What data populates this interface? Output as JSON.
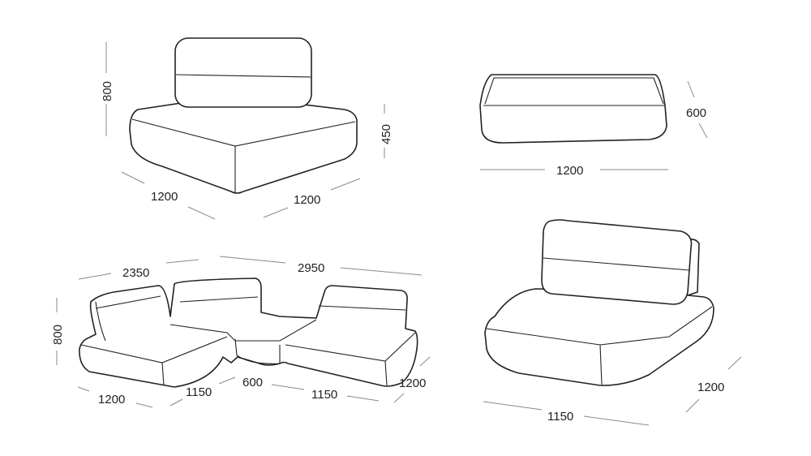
{
  "modules": {
    "corner_chair": {
      "height": "800",
      "seat_height": "450",
      "width_left": "1200",
      "width_right": "1200"
    },
    "ottoman": {
      "height": "600",
      "width": "1200"
    },
    "assembled_sofa": {
      "left_length": "2350",
      "right_length": "2950",
      "height": "800",
      "depth_left": "1200",
      "module_left": "1150",
      "middle": "600",
      "module_right": "1150",
      "depth_right": "1200"
    },
    "armless_chair": {
      "width": "1150",
      "depth": "1200"
    }
  }
}
